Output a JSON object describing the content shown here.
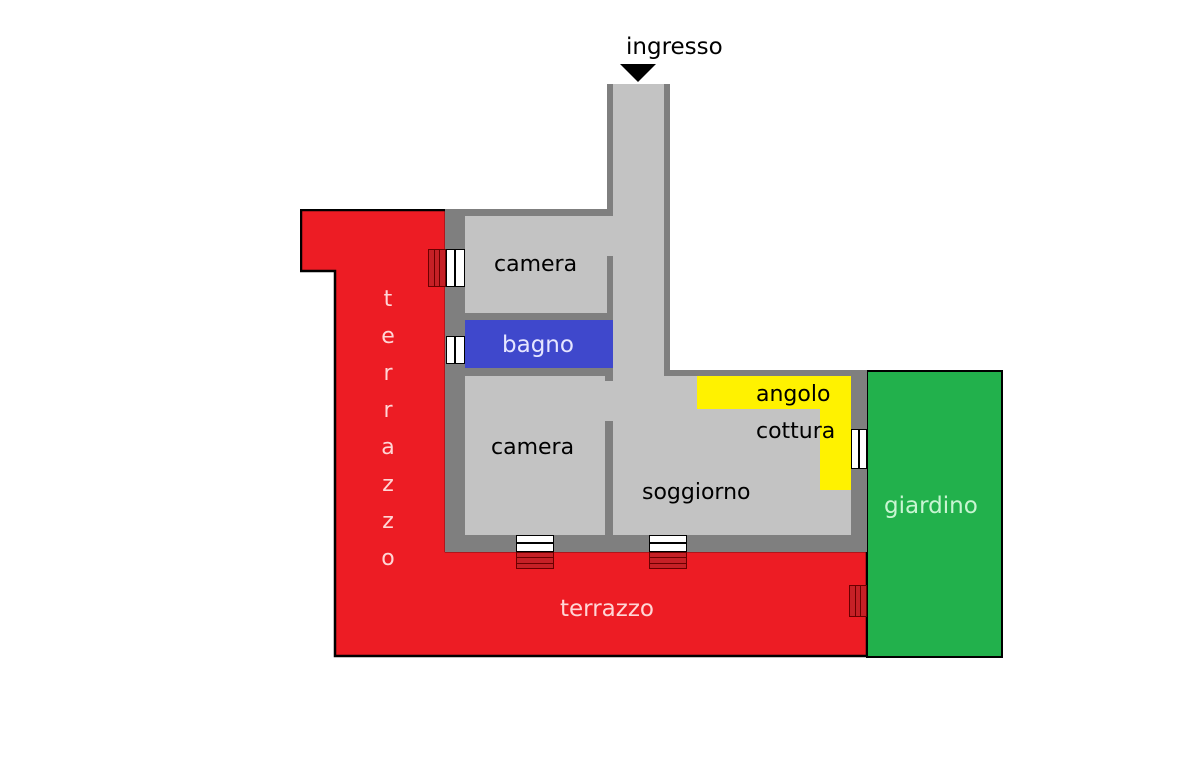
{
  "plan": {
    "entrance": {
      "label": "ingresso"
    },
    "rooms": {
      "camera_top": {
        "label": "camera"
      },
      "bagno": {
        "label": "bagno"
      },
      "camera_bottom": {
        "label": "camera"
      },
      "soggiorno": {
        "label": "soggiorno"
      },
      "angolo_cottura": {
        "line1": "angolo",
        "line2": "cottura"
      },
      "giardino": {
        "label": "giardino"
      },
      "terrazzo_left": {
        "label": "terrazzo",
        "letters": [
          "t",
          "e",
          "r",
          "r",
          "a",
          "z",
          "z",
          "o"
        ]
      },
      "terrazzo_bottom": {
        "label": "terrazzo"
      }
    },
    "colors": {
      "terrazzo": "#ed1c24",
      "giardino": "#22b14c",
      "bagno": "#3f48cc",
      "angolo_cottura": "#fff200",
      "wall": "#7f7f7f",
      "floor": "#c3c3c3",
      "outline": "#000000",
      "stairs": "#b22222"
    }
  }
}
